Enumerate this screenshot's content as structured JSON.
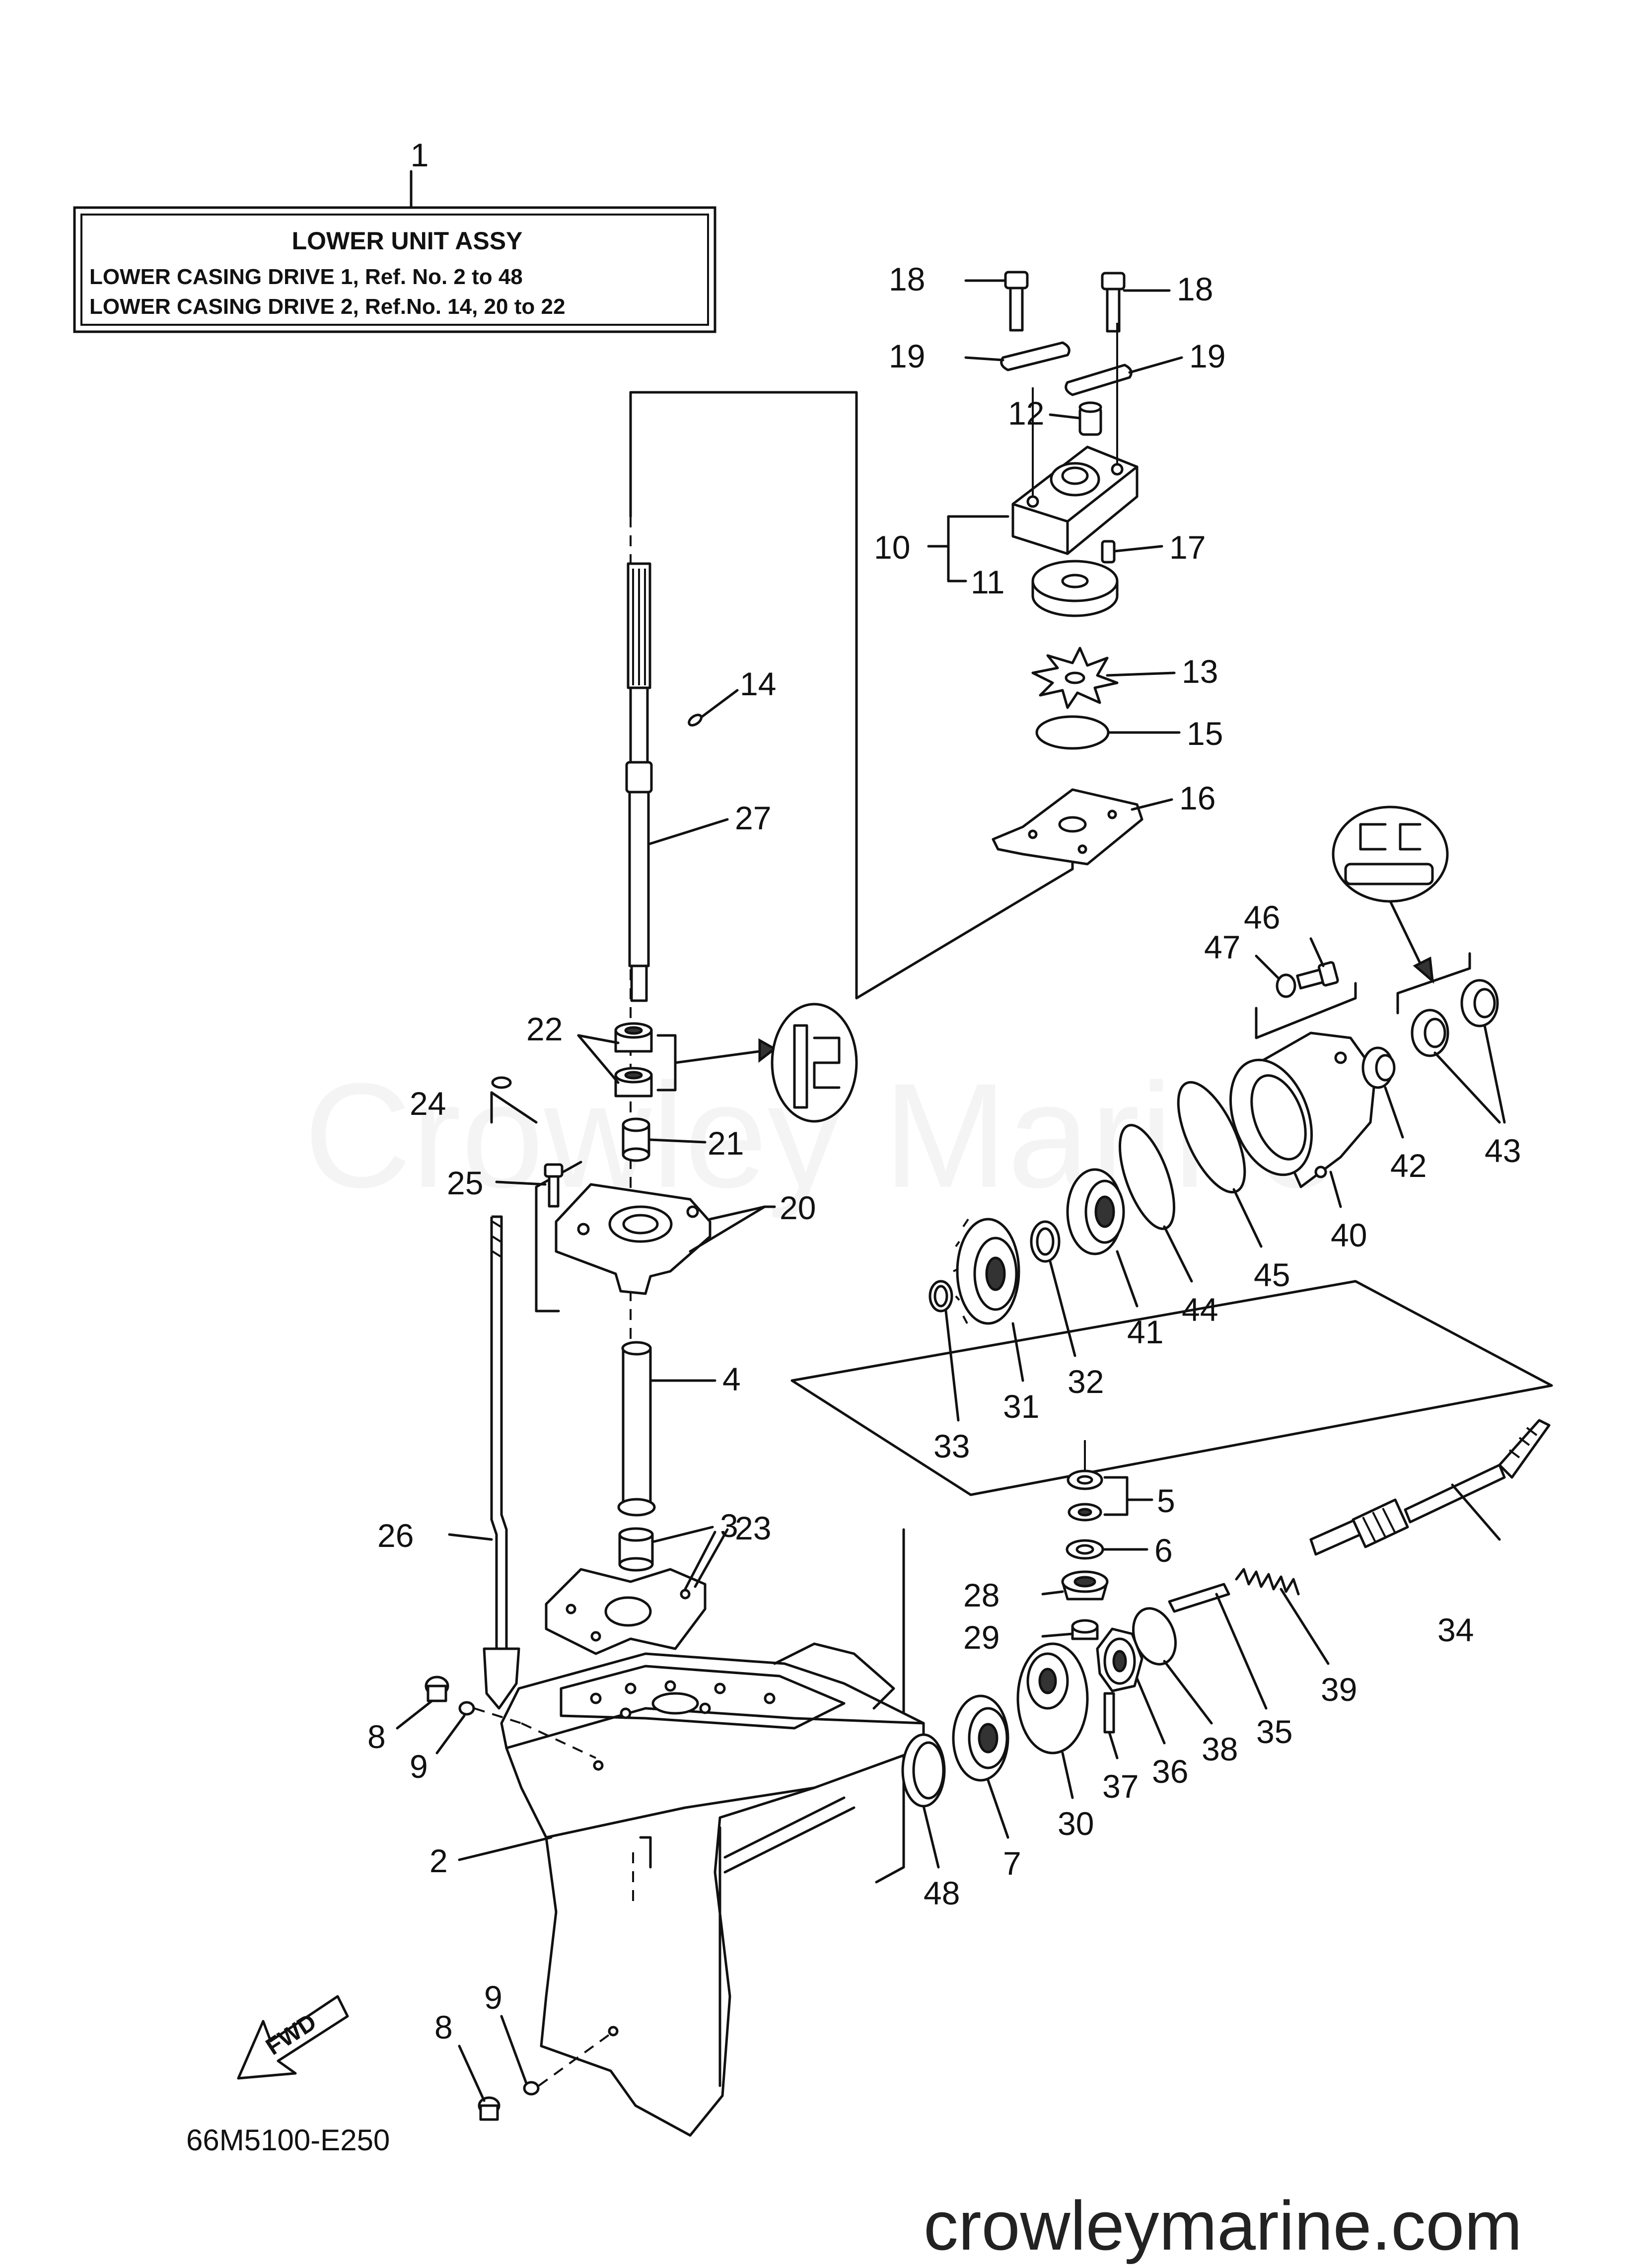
{
  "header_box": {
    "ref": "1",
    "title": "LOWER UNIT ASSY",
    "line1": "LOWER CASING DRIVE 1,  Ref. No. 2 to 48",
    "line2": "LOWER CASING DRIVE 2,  Ref.No. 14, 20 to 22"
  },
  "watermark": "Crowley Marine",
  "diagram_code": "66M5100-E250",
  "website": "crowleymarine.com",
  "fwd_label": "FWD",
  "part_labels": {
    "p2": "2",
    "p3": "3",
    "p4": "4",
    "p5": "5",
    "p6": "6",
    "p7": "7",
    "p8a": "8",
    "p8b": "8",
    "p9a": "9",
    "p9b": "9",
    "p10": "10",
    "p11": "11",
    "p12": "12",
    "p13": "13",
    "p14": "14",
    "p15": "15",
    "p16": "16",
    "p17": "17",
    "p18a": "18",
    "p18b": "18",
    "p19a": "19",
    "p19b": "19",
    "p20": "20",
    "p21": "21",
    "p22": "22",
    "p23": "23",
    "p24": "24",
    "p25": "25",
    "p26": "26",
    "p27": "27",
    "p28": "28",
    "p29": "29",
    "p30": "30",
    "p31": "31",
    "p32": "32",
    "p33": "33",
    "p34": "34",
    "p35": "35",
    "p36": "36",
    "p37": "37",
    "p38": "38",
    "p39": "39",
    "p40": "40",
    "p41": "41",
    "p42": "42",
    "p43": "43",
    "p44": "44",
    "p45": "45",
    "p46": "46",
    "p47": "47",
    "p48": "48"
  }
}
